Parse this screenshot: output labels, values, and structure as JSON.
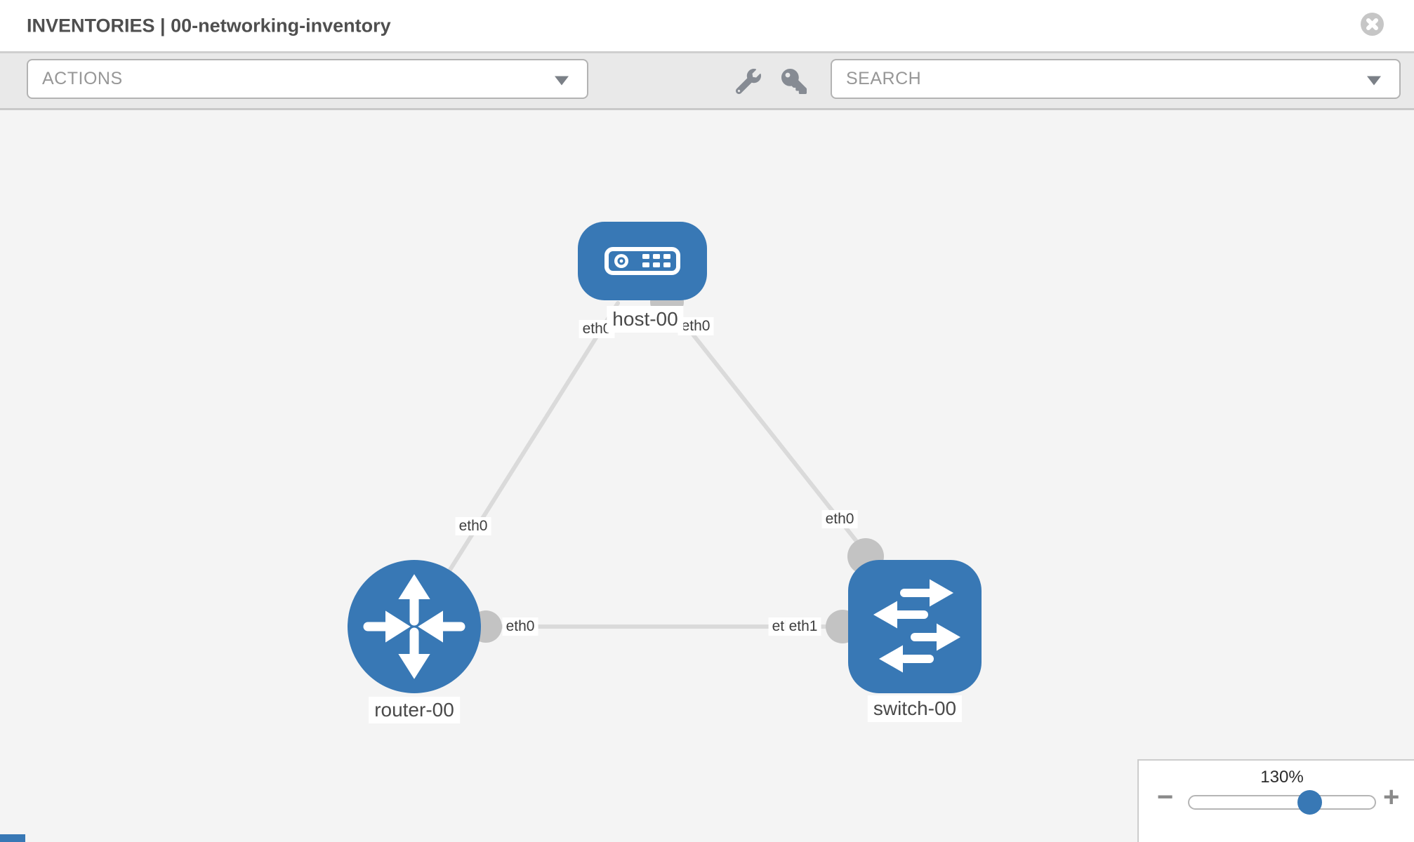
{
  "header": {
    "title": "INVENTORIES | 00-networking-inventory"
  },
  "toolbar": {
    "actions_label": "ACTIONS",
    "search_label": "SEARCH",
    "icons": [
      "wrench-icon",
      "key-icon"
    ]
  },
  "topology": {
    "nodes": [
      {
        "id": "host-00",
        "type": "host",
        "label": "host-00"
      },
      {
        "id": "router-00",
        "type": "router",
        "label": "router-00"
      },
      {
        "id": "switch-00",
        "type": "switch",
        "label": "switch-00"
      }
    ],
    "links": [
      {
        "from": "host-00",
        "to": "router-00",
        "from_iface": "eth0",
        "to_iface": "eth0"
      },
      {
        "from": "host-00",
        "to": "switch-00",
        "from_iface": "eth0",
        "to_iface": "eth0"
      },
      {
        "from": "router-00",
        "to": "switch-00",
        "from_iface": "eth0",
        "to_iface": "eth1",
        "overlapped_iface": "eth0"
      }
    ]
  },
  "zoom_control": {
    "value": "130%",
    "minus_label": "−",
    "plus_label": "+"
  },
  "colors": {
    "node_blue": "#3878b5",
    "link_gray": "#dadada",
    "port_gray": "#c3c3c3",
    "toolbar_bg": "#e9e9e9",
    "canvas_bg": "#f4f4f4"
  }
}
